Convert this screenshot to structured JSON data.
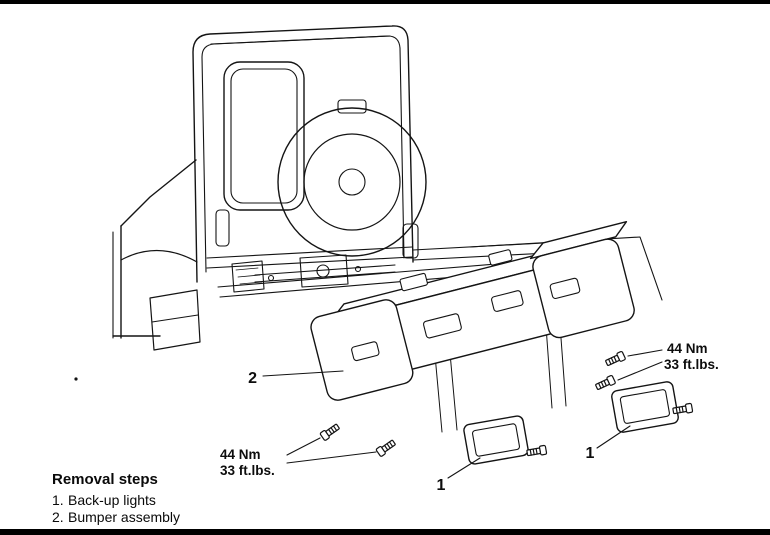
{
  "page": {
    "background": "#ffffff",
    "ink": "#141414",
    "description_of_figure": "Exploded service-manual diagram of rear bumper and back-up light removal"
  },
  "callouts": {
    "bumper_ref": "2",
    "light_ref_left": "1",
    "light_ref_right": "1",
    "torque_left": {
      "line1": "44 Nm",
      "line2": "33 ft.lbs."
    },
    "torque_right": {
      "line1": "44 Nm",
      "line2": "33 ft.lbs."
    }
  },
  "legend": {
    "title": "Removal steps",
    "items": [
      {
        "num": "1.",
        "label": "Back-up lights"
      },
      {
        "num": "2.",
        "label": "Bumper assembly"
      }
    ]
  }
}
